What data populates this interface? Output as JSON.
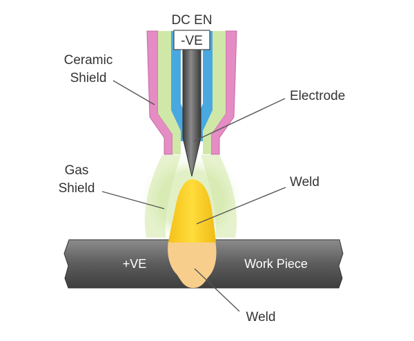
{
  "labels": {
    "power_top": "DC EN",
    "power_polarity": "-VE",
    "ceramic_line1": "Ceramic",
    "ceramic_line2": "Shield",
    "electrode": "Electrode",
    "gas_line1": "Gas",
    "gas_line2": "Shield",
    "weld_upper": "Weld",
    "workpiece_polarity": "+VE",
    "work_piece": "Work Piece",
    "weld_lower": "Weld"
  },
  "colors": {
    "ceramic": "#e48cc3",
    "gas_channel": "#c8e6a0",
    "collet": "#4aa8e0",
    "electrode": "#555555",
    "weld_pool": "#f8cc25",
    "weld_penetration": "#f8ce8c",
    "workpiece": "#6a6a6a",
    "gas_glow": "#d9ebb4"
  }
}
